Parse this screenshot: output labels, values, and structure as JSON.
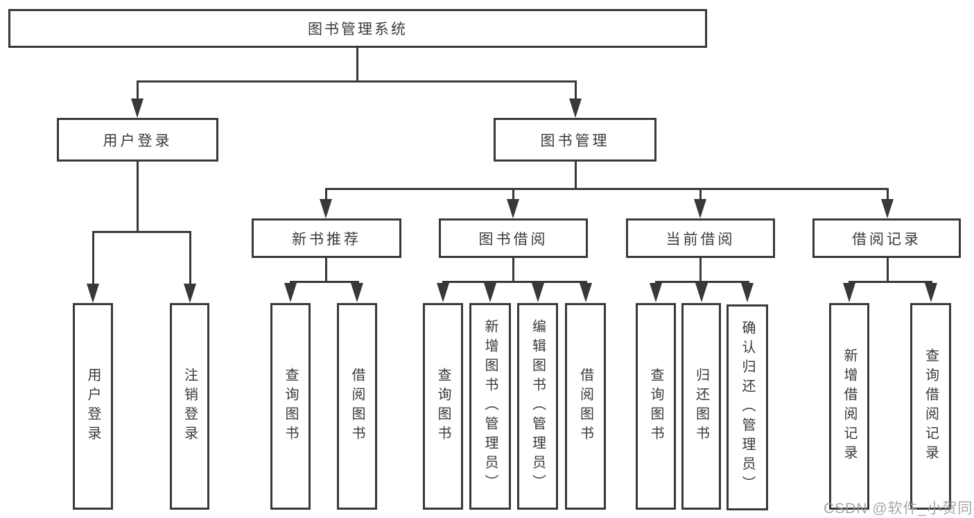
{
  "diagram_title": "图书管理系统",
  "tree": {
    "label": "图书管理系统",
    "children": [
      {
        "label": "用户登录",
        "children": [
          {
            "label": "用户登录"
          },
          {
            "label": "注销登录"
          }
        ]
      },
      {
        "label": "图书管理",
        "children": [
          {
            "label": "新书推荐",
            "children": [
              {
                "label": "查询图书"
              },
              {
                "label": "借阅图书"
              }
            ]
          },
          {
            "label": "图书借阅",
            "children": [
              {
                "label": "查询图书"
              },
              {
                "label": "新增图书（管理员）"
              },
              {
                "label": "编辑图书（管理员）"
              },
              {
                "label": "借阅图书"
              }
            ]
          },
          {
            "label": "当前借阅",
            "children": [
              {
                "label": "查询图书"
              },
              {
                "label": "归还图书"
              },
              {
                "label": "确认归还（管理员）"
              }
            ]
          },
          {
            "label": "借阅记录",
            "children": [
              {
                "label": "新增借阅记录"
              },
              {
                "label": "查询借阅记录"
              }
            ]
          }
        ]
      }
    ]
  },
  "watermark": {
    "text": "CSDN @软件_小贺同学"
  },
  "colors": {
    "background": "#ffffff",
    "line": "#383838",
    "text": "#3a3a3a",
    "watermark": "#9d9d9d"
  }
}
